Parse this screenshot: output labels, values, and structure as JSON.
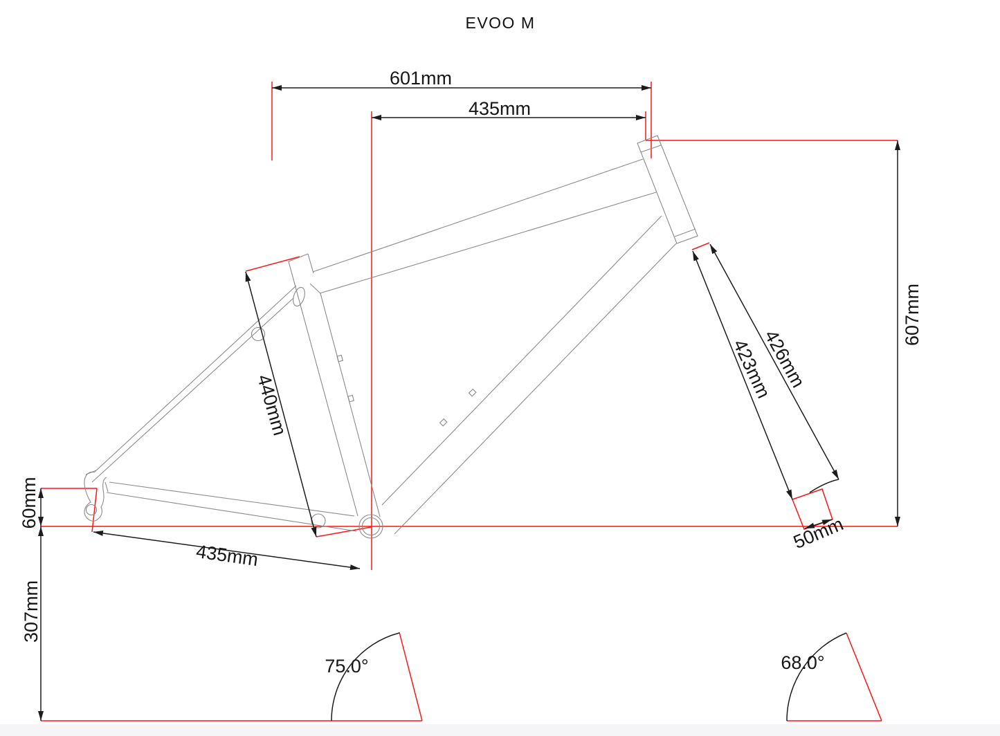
{
  "title": "EVOO M",
  "dims": {
    "top_tube_horizontal": "601mm",
    "reach": "435mm",
    "stack": "607mm",
    "seat_tube_length": "440mm",
    "fork_length_full": "426mm",
    "fork_length_axle": "423mm",
    "bb_drop": "60mm",
    "chainstay_length": "435mm",
    "bb_height": "307mm",
    "fork_offset": "50mm",
    "seat_tube_angle": "75.0°",
    "head_tube_angle": "68.0°"
  },
  "colors": {
    "dimension_lines": "#1c1c1c",
    "construction_lines": "#ff1414",
    "frame_outline": "#8a8a8a",
    "background": "#ffffff"
  }
}
